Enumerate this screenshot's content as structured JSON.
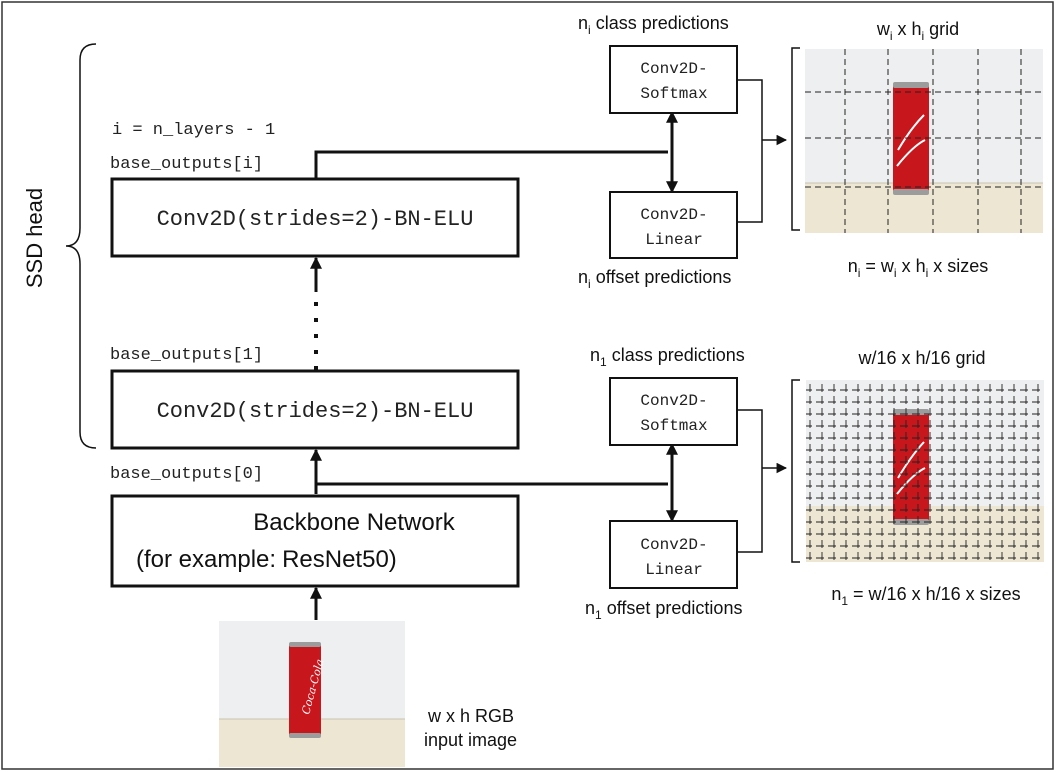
{
  "ssd_head_label": "SSD head",
  "top_layer": {
    "index_label": "i = n_layers - 1",
    "output_label": "base_outputs[i]",
    "block_label": "Conv2D(strides=2)-BN-ELU",
    "class_title": {
      "n": "n",
      "sub": "i",
      "rest": " class predictions"
    },
    "softmax_line1": "Conv2D-",
    "softmax_line2": "Softmax",
    "linear_line1": "Conv2D-",
    "linear_line2": "Linear",
    "offset_title": {
      "n": "n",
      "sub": "i",
      "rest": " offset predictions"
    },
    "grid_title": {
      "w": "w",
      "sub1": "i",
      "mid": " x h",
      "sub2": "i",
      "rest": " grid"
    },
    "formula": {
      "n": "n",
      "sub1": "i",
      "eq": " = w",
      "sub2": "i",
      "mid": " x h",
      "sub3": "i",
      "rest": " x sizes"
    }
  },
  "bottom_layer": {
    "output1_label": "base_outputs[1]",
    "block_label": "Conv2D(strides=2)-BN-ELU",
    "output0_label": "base_outputs[0]",
    "class_title": {
      "n": "n",
      "sub": "1",
      "rest": " class predictions"
    },
    "softmax_line1": "Conv2D-",
    "softmax_line2": "Softmax",
    "linear_line1": "Conv2D-",
    "linear_line2": "Linear",
    "offset_title": {
      "n": "n",
      "sub": "1",
      "rest": " offset predictions"
    },
    "grid_title": "w/16 x h/16 grid",
    "formula": {
      "n": "n",
      "sub": "1",
      "rest": " = w/16 x h/16 x sizes"
    }
  },
  "backbone": {
    "line1": "Backbone Network",
    "line2_prefix": "(for example:",
    "line2_model": "ResNet50)"
  },
  "input_image": {
    "caption_line1": "w x h RGB",
    "caption_line2": "input image",
    "can_brand": "Coca-Cola"
  },
  "colors": {
    "can_red": "#c8161d",
    "wall": "#eeeff0",
    "table": "#ece6d3",
    "border": "#333333"
  }
}
